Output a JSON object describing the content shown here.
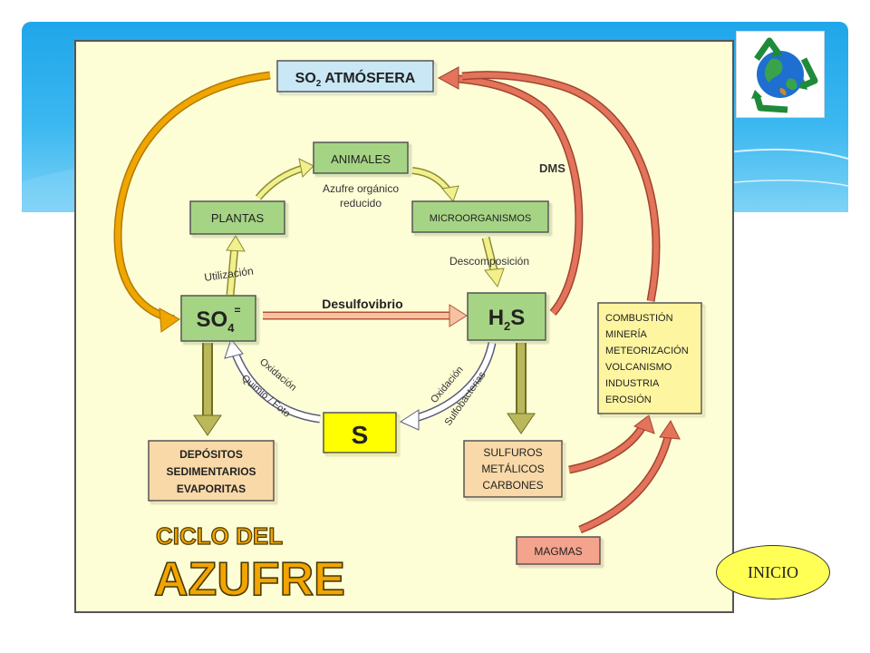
{
  "diagram": {
    "title_line1": "CICLO DEL",
    "title_line2": "AZUFRE",
    "nodes": {
      "so2_main": "SO",
      "so2_sub": "2",
      "so2_rest": " ATMÓSFERA",
      "animales": "ANIMALES",
      "plantas": "PLANTAS",
      "microorganismos": "MICROORGANISMOS",
      "so4_main": "SO",
      "so4_sub": "4",
      "so4_sup": "=",
      "h2s_h": "H",
      "h2s_sub": "2",
      "h2s_s": "S",
      "s": "S",
      "depositos": [
        "DEPÓSITOS",
        "SEDIMENTARIOS",
        "EVAPORITAS"
      ],
      "sulfuros": [
        "SULFUROS",
        "METÁLICOS",
        "CARBONES"
      ],
      "fuentes": [
        "COMBUSTIÓN",
        "MINERÍA",
        "METEORIZACIÓN",
        "VOLCANISMO",
        "INDUSTRIA",
        "EROSIÓN"
      ],
      "magmas": "MAGMAS"
    },
    "labels": {
      "azufre_organico": "Azufre orgánico",
      "reducido": "reducido",
      "descomposicion": "Descomposición",
      "utilizacion": "Utilización",
      "desulfovibrio": "Desulfovibrio",
      "dms": "DMS",
      "oxidacion_left": "Oxidación",
      "quimio_foto": "Quimio / Foto",
      "oxidacion_right": "Oxidación",
      "sulfobacterias": "Sulfobacterias"
    }
  },
  "navigation": {
    "inicio_label": "INICIO"
  },
  "colors": {
    "band": "#1fa6ea",
    "frame_bg": "#fefed6",
    "green_box": "#a6d485",
    "yellow_box": "#ffff00",
    "tan_box": "#f9d9a8",
    "salmon_box": "#f4a38c",
    "light_blue_box": "#c9e7f5",
    "orange_arrow": "#f0a500",
    "red_arrow": "#e3735a",
    "olive_arrow": "#b9b85a",
    "button_fill": "#ffff55"
  },
  "icons": {
    "logo": "recycling-earth-icon"
  }
}
